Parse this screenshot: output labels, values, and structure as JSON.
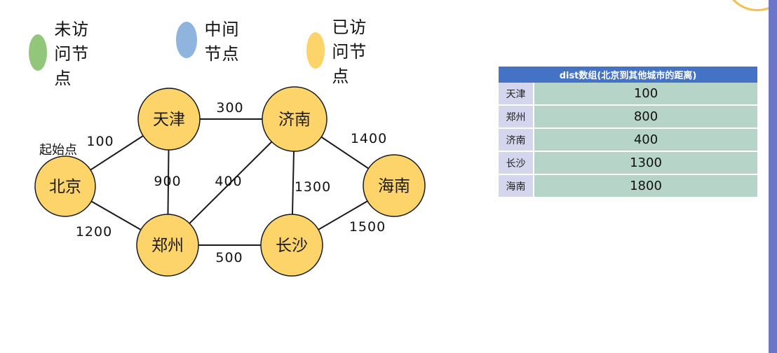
{
  "legend": [
    {
      "label": "未访问节点",
      "color": "#92c77b"
    },
    {
      "label": "中间节点",
      "color": "#8fb5df"
    },
    {
      "label": "已访问节点",
      "color": "#fcd469"
    }
  ],
  "graph": {
    "start_label": "起始点",
    "node_color": "#fcd469",
    "nodes": [
      {
        "id": "beijing",
        "label": "北京"
      },
      {
        "id": "tianjin",
        "label": "天津"
      },
      {
        "id": "jinan",
        "label": "济南"
      },
      {
        "id": "hainan",
        "label": "海南"
      },
      {
        "id": "zhengzhou",
        "label": "郑州"
      },
      {
        "id": "changsha",
        "label": "长沙"
      }
    ],
    "edges": [
      {
        "from": "beijing",
        "to": "tianjin",
        "weight": "100"
      },
      {
        "from": "beijing",
        "to": "zhengzhou",
        "weight": "1200"
      },
      {
        "from": "tianjin",
        "to": "jinan",
        "weight": "300"
      },
      {
        "from": "tianjin",
        "to": "zhengzhou",
        "weight": "900"
      },
      {
        "from": "zhengzhou",
        "to": "jinan",
        "weight": "400"
      },
      {
        "from": "zhengzhou",
        "to": "changsha",
        "weight": "500"
      },
      {
        "from": "jinan",
        "to": "changsha",
        "weight": "1300"
      },
      {
        "from": "jinan",
        "to": "hainan",
        "weight": "1400"
      },
      {
        "from": "changsha",
        "to": "hainan",
        "weight": "1500"
      }
    ]
  },
  "dist_table": {
    "title": "dist数组(北京到其他城市的距离)",
    "rows": [
      {
        "city": "天津",
        "value": "100"
      },
      {
        "city": "郑州",
        "value": "800"
      },
      {
        "city": "济南",
        "value": "400"
      },
      {
        "city": "长沙",
        "value": "1300"
      },
      {
        "city": "海南",
        "value": "1800"
      }
    ]
  },
  "colors": {
    "table_header": "#4472c4",
    "city_cell": "#d3d6ec",
    "value_cell": "#b6d5c8",
    "side_bar": "#6b76c9",
    "corner_arc": "#f5bf4c"
  }
}
